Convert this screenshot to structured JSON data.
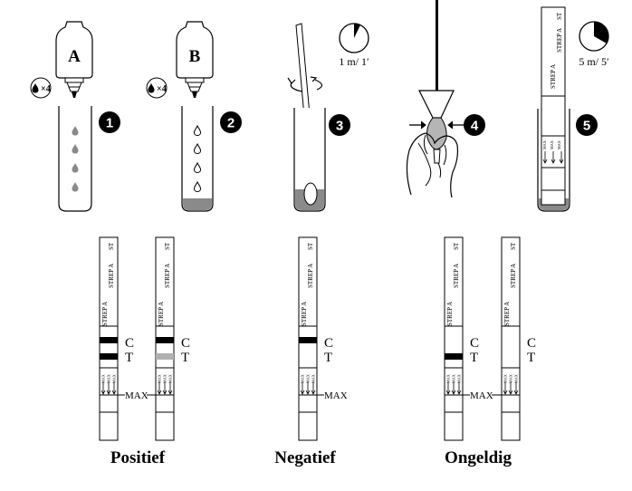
{
  "steps": {
    "bottle_a_label": "A",
    "bottle_b_label": "B",
    "drop_count_a": "×4",
    "drop_count_b": "×4",
    "timer_1": "1 m/ 1′",
    "timer_2": "5 m/ 5′",
    "numbers": [
      "1",
      "2",
      "3",
      "4",
      "5"
    ]
  },
  "strip": {
    "brand": "STREP A",
    "st": "ST",
    "max_small": "MAX",
    "c_label": "C",
    "t_label": "T",
    "max_label": "MAX"
  },
  "results": {
    "positive": "Positief",
    "negative": "Negatief",
    "invalid": "Ongeldig"
  },
  "colors": {
    "ink": "#000000",
    "liquid": "#8a8a8a",
    "faint_line": "#b0b0b0"
  }
}
